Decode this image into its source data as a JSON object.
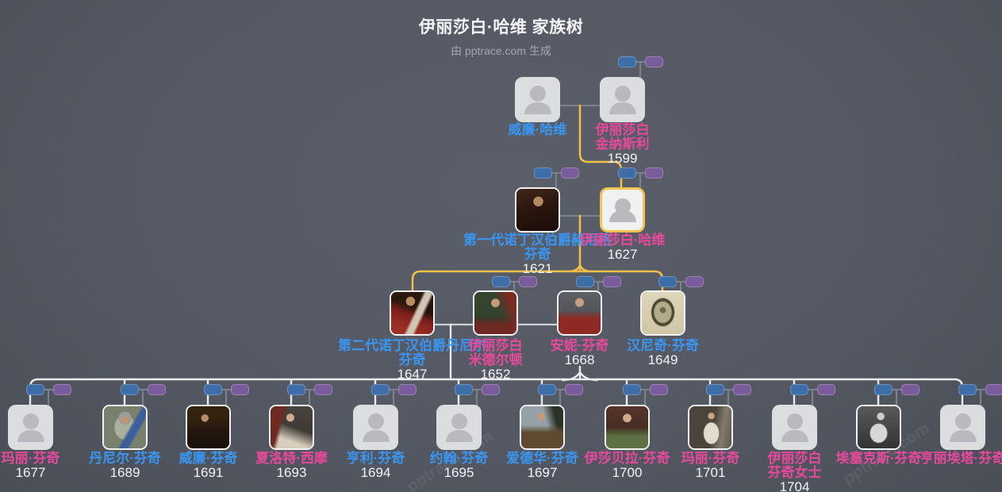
{
  "title": "伊丽莎白·哈维 家族树",
  "subtitle": "由 pptrace.com 生成",
  "watermark": "pptrace.com",
  "theme": {
    "background": "#555963",
    "male_name_color": "#3996f2",
    "female_name_color": "#e8499c",
    "highlight_color": "#f1c34f",
    "male_icon_color": "#3d6ea8",
    "female_icon_color": "#7a5b9c",
    "connector_light": "#e9eaec",
    "connector_dark": "#7b818b",
    "year_color": "#f2f3f5"
  },
  "generations": [
    {
      "label": "gen-1",
      "people": [
        {
          "name_line1": "威廉·哈维",
          "name_line2": "",
          "year": "",
          "gender": "male"
        },
        {
          "name_line1": "伊丽莎白",
          "name_line2": "金纳斯利",
          "year": "1599",
          "gender": "female"
        }
      ]
    },
    {
      "label": "gen-2",
      "people": [
        {
          "name_line1": "第一代诺丁汉伯爵赫尼格",
          "name_line2": "芬奇",
          "year": "1621",
          "gender": "male"
        },
        {
          "name_line1": "伊丽莎白·哈维",
          "name_line2": "",
          "year": "1627",
          "gender": "female",
          "highlighted": true
        }
      ]
    },
    {
      "label": "gen-3",
      "people": [
        {
          "name_line1": "第二代诺丁汉伯爵丹尼尔",
          "name_line2": "芬奇",
          "year": "1647",
          "gender": "male"
        },
        {
          "name_line1": "伊丽莎白",
          "name_line2": "米德尔顿",
          "year": "1652",
          "gender": "female"
        },
        {
          "name_line1": "安妮·芬奇",
          "name_line2": "",
          "year": "1668",
          "gender": "female"
        },
        {
          "name_line1": "汉尼奇·芬奇",
          "name_line2": "",
          "year": "1649",
          "gender": "male"
        }
      ]
    },
    {
      "label": "gen-4",
      "people": [
        {
          "name_line1": "玛丽·芬奇",
          "name_line2": "",
          "year": "1677",
          "gender": "female"
        },
        {
          "name_line1": "丹尼尔·芬奇",
          "name_line2": "",
          "year": "1689",
          "gender": "male"
        },
        {
          "name_line1": "威廉·芬奇",
          "name_line2": "",
          "year": "1691",
          "gender": "male"
        },
        {
          "name_line1": "夏洛特·西摩",
          "name_line2": "",
          "year": "1693",
          "gender": "female"
        },
        {
          "name_line1": "亨利·芬奇",
          "name_line2": "",
          "year": "1694",
          "gender": "male"
        },
        {
          "name_line1": "约翰·芬奇",
          "name_line2": "",
          "year": "1695",
          "gender": "male"
        },
        {
          "name_line1": "爱德华·芬奇",
          "name_line2": "",
          "year": "1697",
          "gender": "male"
        },
        {
          "name_line1": "伊莎贝拉·芬奇",
          "name_line2": "",
          "year": "1700",
          "gender": "female"
        },
        {
          "name_line1": "玛丽·芬奇",
          "name_line2": "",
          "year": "1701",
          "gender": "female"
        },
        {
          "name_line1": "伊丽莎白",
          "name_line2": "芬奇女士",
          "year": "1704",
          "gender": "female"
        },
        {
          "name_line1": "埃塞克斯·芬奇",
          "name_line2": "",
          "year": "",
          "gender": "female"
        },
        {
          "name_line1": "亨丽埃塔·芬奇",
          "name_line2": "",
          "year": "",
          "gender": "female"
        }
      ]
    }
  ]
}
